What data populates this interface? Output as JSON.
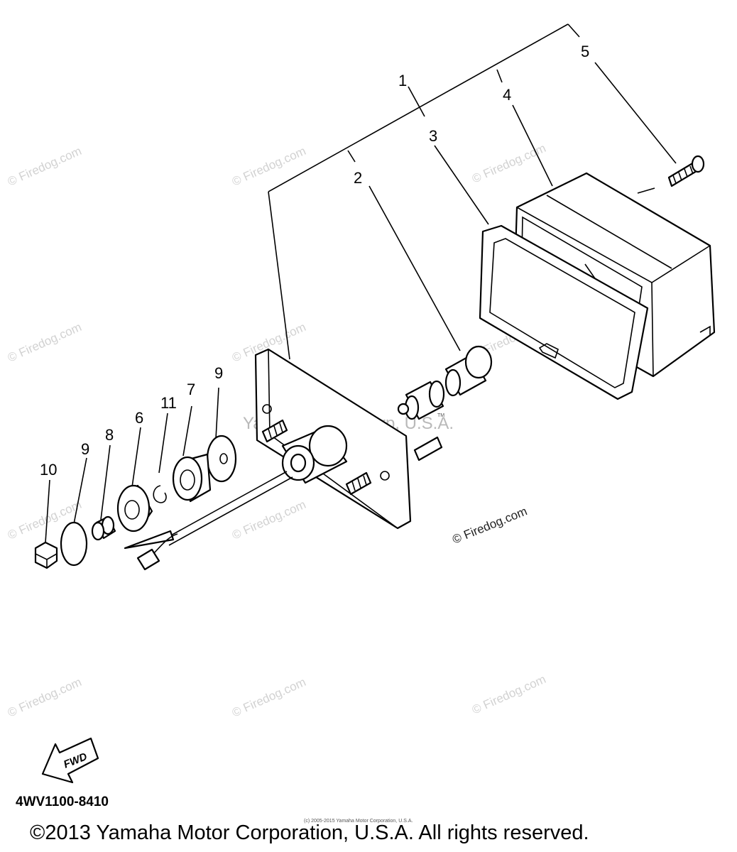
{
  "diagram": {
    "part_labels": [
      "1",
      "2",
      "3",
      "4",
      "5",
      "6",
      "7",
      "8",
      "9",
      "9",
      "10",
      "11"
    ],
    "diagram_code": "4WV1100-8410",
    "fwd_label": "FWD",
    "copyright": "©2013 Yamaha Motor Corporation, U.S.A. All rights reserved.",
    "small_copyright": "(c) 2005-2015 Yamaha Motor Corporation, U.S.A.",
    "watermark_center": "Yamaha Motor Corp, U.S.A.",
    "watermark_tm": "TM",
    "watermark": "© Firedog.com",
    "watermark_dark": "© Firedog.com"
  }
}
